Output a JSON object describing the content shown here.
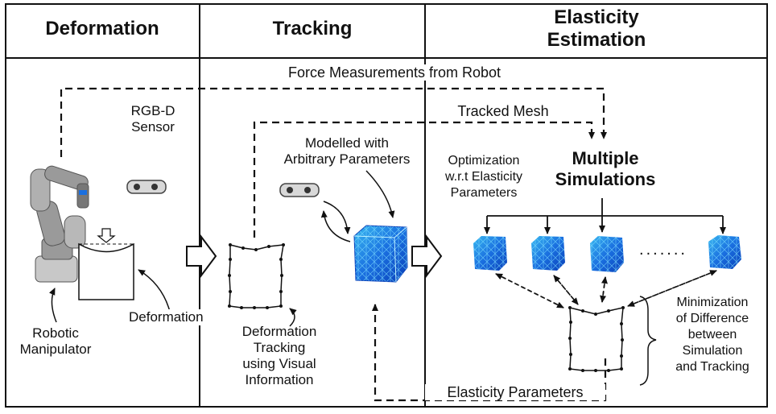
{
  "headers": {
    "deformation": "Deformation",
    "tracking": "Tracking",
    "elasticity_line1": "Elasticity",
    "elasticity_line2": "Estimation"
  },
  "labels": {
    "force_measurements": "Force Measurements from Robot",
    "rgbd_line1": "RGB-D",
    "rgbd_line2": "Sensor",
    "tracked_mesh": "Tracked Mesh",
    "modelled_line1": "Modelled with",
    "modelled_line2": "Arbitrary Parameters",
    "optimization_line1": "Optimization",
    "optimization_line2": "w.r.t Elasticity",
    "optimization_line3": "Parameters",
    "multiple_line1": "Multiple",
    "multiple_line2": "Simulations",
    "deformation": "Deformation",
    "robotic_line1": "Robotic",
    "robotic_line2": "Manipulator",
    "tracking_line1": "Deformation",
    "tracking_line2": "Tracking",
    "tracking_line3": "using Visual",
    "tracking_line4": "Information",
    "minimization_line1": "Minimization",
    "minimization_line2": "of Difference",
    "minimization_line3": "between",
    "minimization_line4": "Simulation",
    "minimization_line5": "and Tracking",
    "ellipsis": ".......",
    "elasticity_parameters": "Elasticity Parameters"
  },
  "colors": {
    "mesh_dark": "#0a3fb8",
    "mesh_light": "#39b8f0",
    "robot": "#9a9a9a"
  }
}
